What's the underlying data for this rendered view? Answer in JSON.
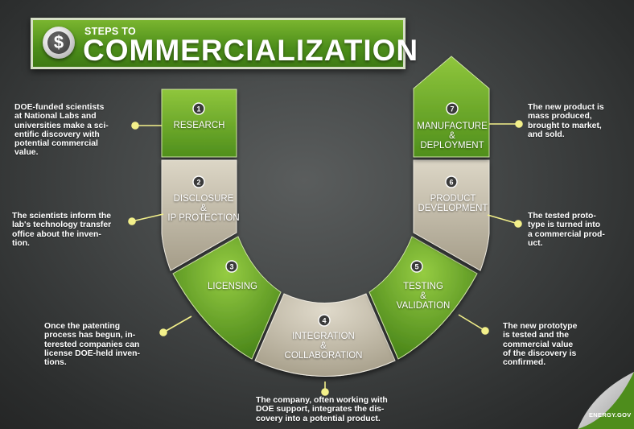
{
  "header": {
    "subtitle": "STEPS TO",
    "title": "COMMERCIALIZATION",
    "icon": "dollar-coin-icon",
    "icon_glyph": "$"
  },
  "steps": [
    {
      "number": "1",
      "label_lines": [
        "RESEARCH"
      ],
      "description_lines": [
        "DOE-funded scientists",
        "at National Labs and",
        "universities make a sci-",
        "entific discovery with",
        "potential commercial",
        "value."
      ]
    },
    {
      "number": "2",
      "label_lines": [
        "DISCLOSURE",
        "&",
        "IP PROTECTION"
      ],
      "description_lines": [
        "The scientists inform the",
        "lab's technology transfer",
        "office about the inven-",
        "tion."
      ]
    },
    {
      "number": "3",
      "label_lines": [
        "LICENSING"
      ],
      "description_lines": [
        "Once the patenting",
        "process has begun, in-",
        "terested companies can",
        "license DOE-held inven-",
        "tions."
      ]
    },
    {
      "number": "4",
      "label_lines": [
        "INTEGRATION",
        "&",
        "COLLABORATION"
      ],
      "description_lines": [
        "The company, often working with",
        "DOE support, integrates the dis-",
        "covery into a potential product."
      ]
    },
    {
      "number": "5",
      "label_lines": [
        "TESTING",
        "&",
        "VALIDATION"
      ],
      "description_lines": [
        "The new prototype",
        "is tested and the",
        "commercial value",
        "of the discovery is",
        "confirmed."
      ]
    },
    {
      "number": "6",
      "label_lines": [
        "PRODUCT",
        "DEVELOPMENT"
      ],
      "description_lines": [
        "The tested proto-",
        "type is turned into",
        "a commercial prod-",
        "uct."
      ]
    },
    {
      "number": "7",
      "label_lines": [
        "MANUFACTURE",
        "&",
        "DEPLOYMENT"
      ],
      "description_lines": [
        "The new product is",
        "mass produced,",
        "brought to market,",
        "and sold."
      ]
    }
  ],
  "colors": {
    "green_light": "#8cc63f",
    "green_dark": "#4a8a1a",
    "beige_light": "#d8d2c2",
    "beige_dark": "#a8a08c",
    "connector_dot": "#f3f08a"
  },
  "footer": {
    "logo_text": "ENERGY.GOV"
  }
}
